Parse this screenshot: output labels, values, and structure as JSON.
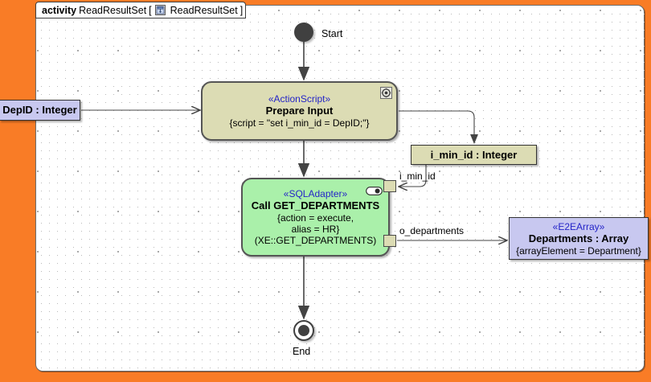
{
  "frame": {
    "keyword": "activity",
    "name": "ReadResultSet",
    "bracket_open": "[",
    "icon": "activity-diagram-icon",
    "inner_name": "ReadResultSet",
    "bracket_close": "]"
  },
  "nodes": {
    "start": {
      "label": "Start",
      "shape": "initial-node"
    },
    "end": {
      "label": "End",
      "shape": "final-node"
    },
    "prepare_input": {
      "stereotype": "«ActionScript»",
      "name": "Prepare Input",
      "property": "{script = \"set i_min_id = DepID;\"}",
      "icon": "script-gear-icon",
      "fill": "#dcdcb4"
    },
    "call_get_departments": {
      "stereotype": "«SQLAdapter»",
      "name": "Call GET_DEPARTMENTS",
      "property_line1": "{action = execute,",
      "property_line2": "alias = HR}",
      "property_line3": "(XE::GET_DEPARTMENTS)",
      "icon": "adapter-pill-icon",
      "fill": "#aaf0aa"
    },
    "depid": {
      "name": "DepID : Integer",
      "fill": "#c8c8f0"
    },
    "i_min_id": {
      "name": "i_min_id : Integer",
      "fill": "#dcdcb4"
    },
    "departments": {
      "stereotype": "«E2EArray»",
      "name": "Departments : Array",
      "property": "{arrayElement = Department}",
      "fill": "#c8c8f0"
    }
  },
  "pins": {
    "input": {
      "label": "i_min_id",
      "kind": "input-pin"
    },
    "output": {
      "label": "o_departments",
      "kind": "output-pin"
    }
  },
  "colors": {
    "background": "#f97c26",
    "canvas": "#ffffff",
    "stereotype_text": "#2424c8",
    "action_border": "#555555",
    "edge": "#444444"
  }
}
